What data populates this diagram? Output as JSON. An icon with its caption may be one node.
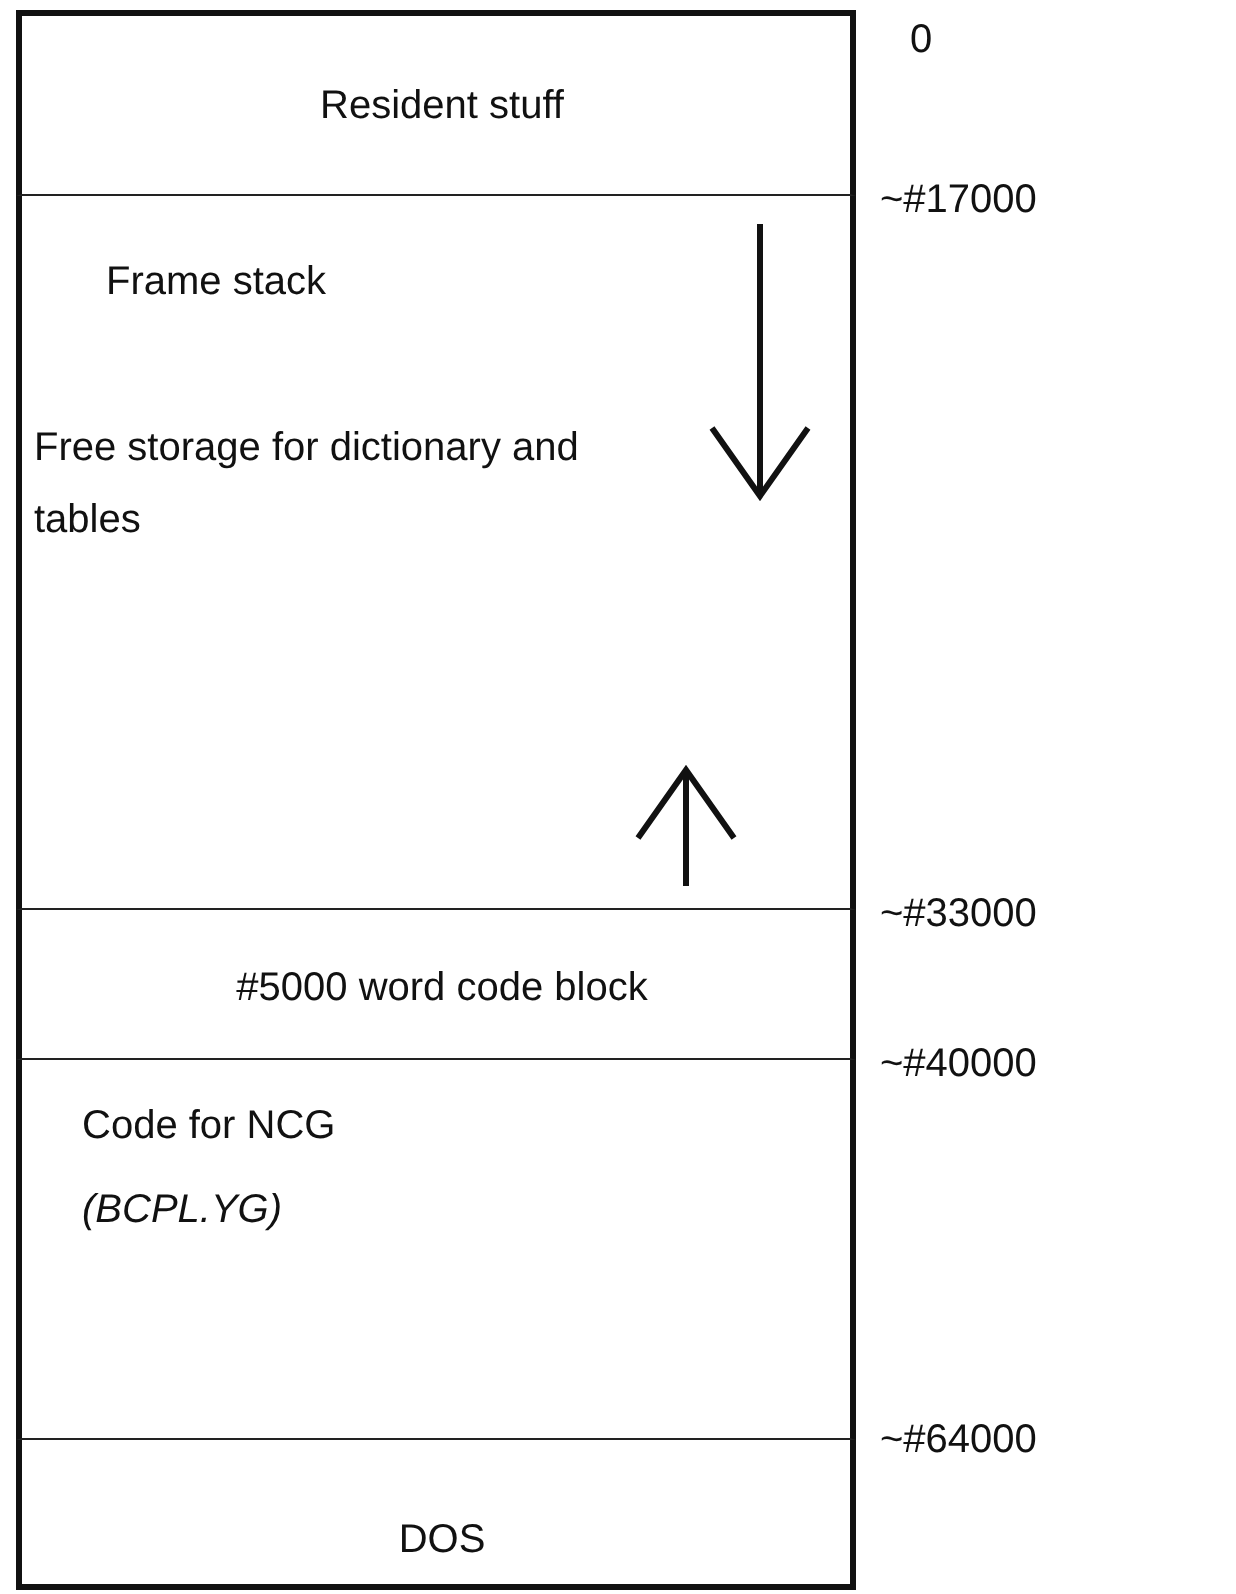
{
  "diagram": {
    "nodes": [
      {
        "text": [
          "Resident stuff"
        ]
      },
      {
        "text": [
          "Frame stack",
          "Free storage for dictionary and tables"
        ]
      },
      {
        "text": [
          "#5000 word code block"
        ]
      },
      {
        "text": [
          "Code for NCG",
          "(BCPL.YG)"
        ]
      },
      {
        "text": [
          "DOS"
        ]
      }
    ],
    "labels": [
      "0",
      "~#17000",
      "~#33000",
      "~#40000",
      "~#64000"
    ]
  }
}
